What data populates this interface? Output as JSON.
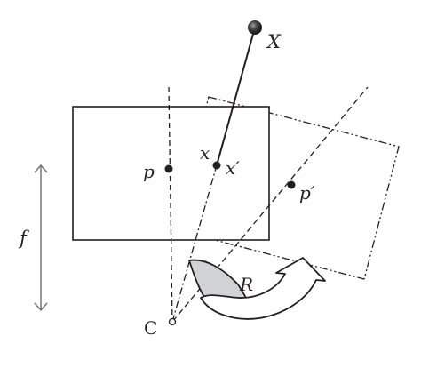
{
  "diagram": {
    "labels": {
      "world_point": "X",
      "image_point": "x",
      "rotated_image_point": "x′",
      "principal_point": "p",
      "rotated_principal_point": "p′",
      "focal_length": "f",
      "rotation": "R",
      "camera_center": "C"
    },
    "colors": {
      "stroke": "#231f20",
      "arrow_fill": "#d1d2d4",
      "sphere": "#3b3b3b"
    }
  }
}
